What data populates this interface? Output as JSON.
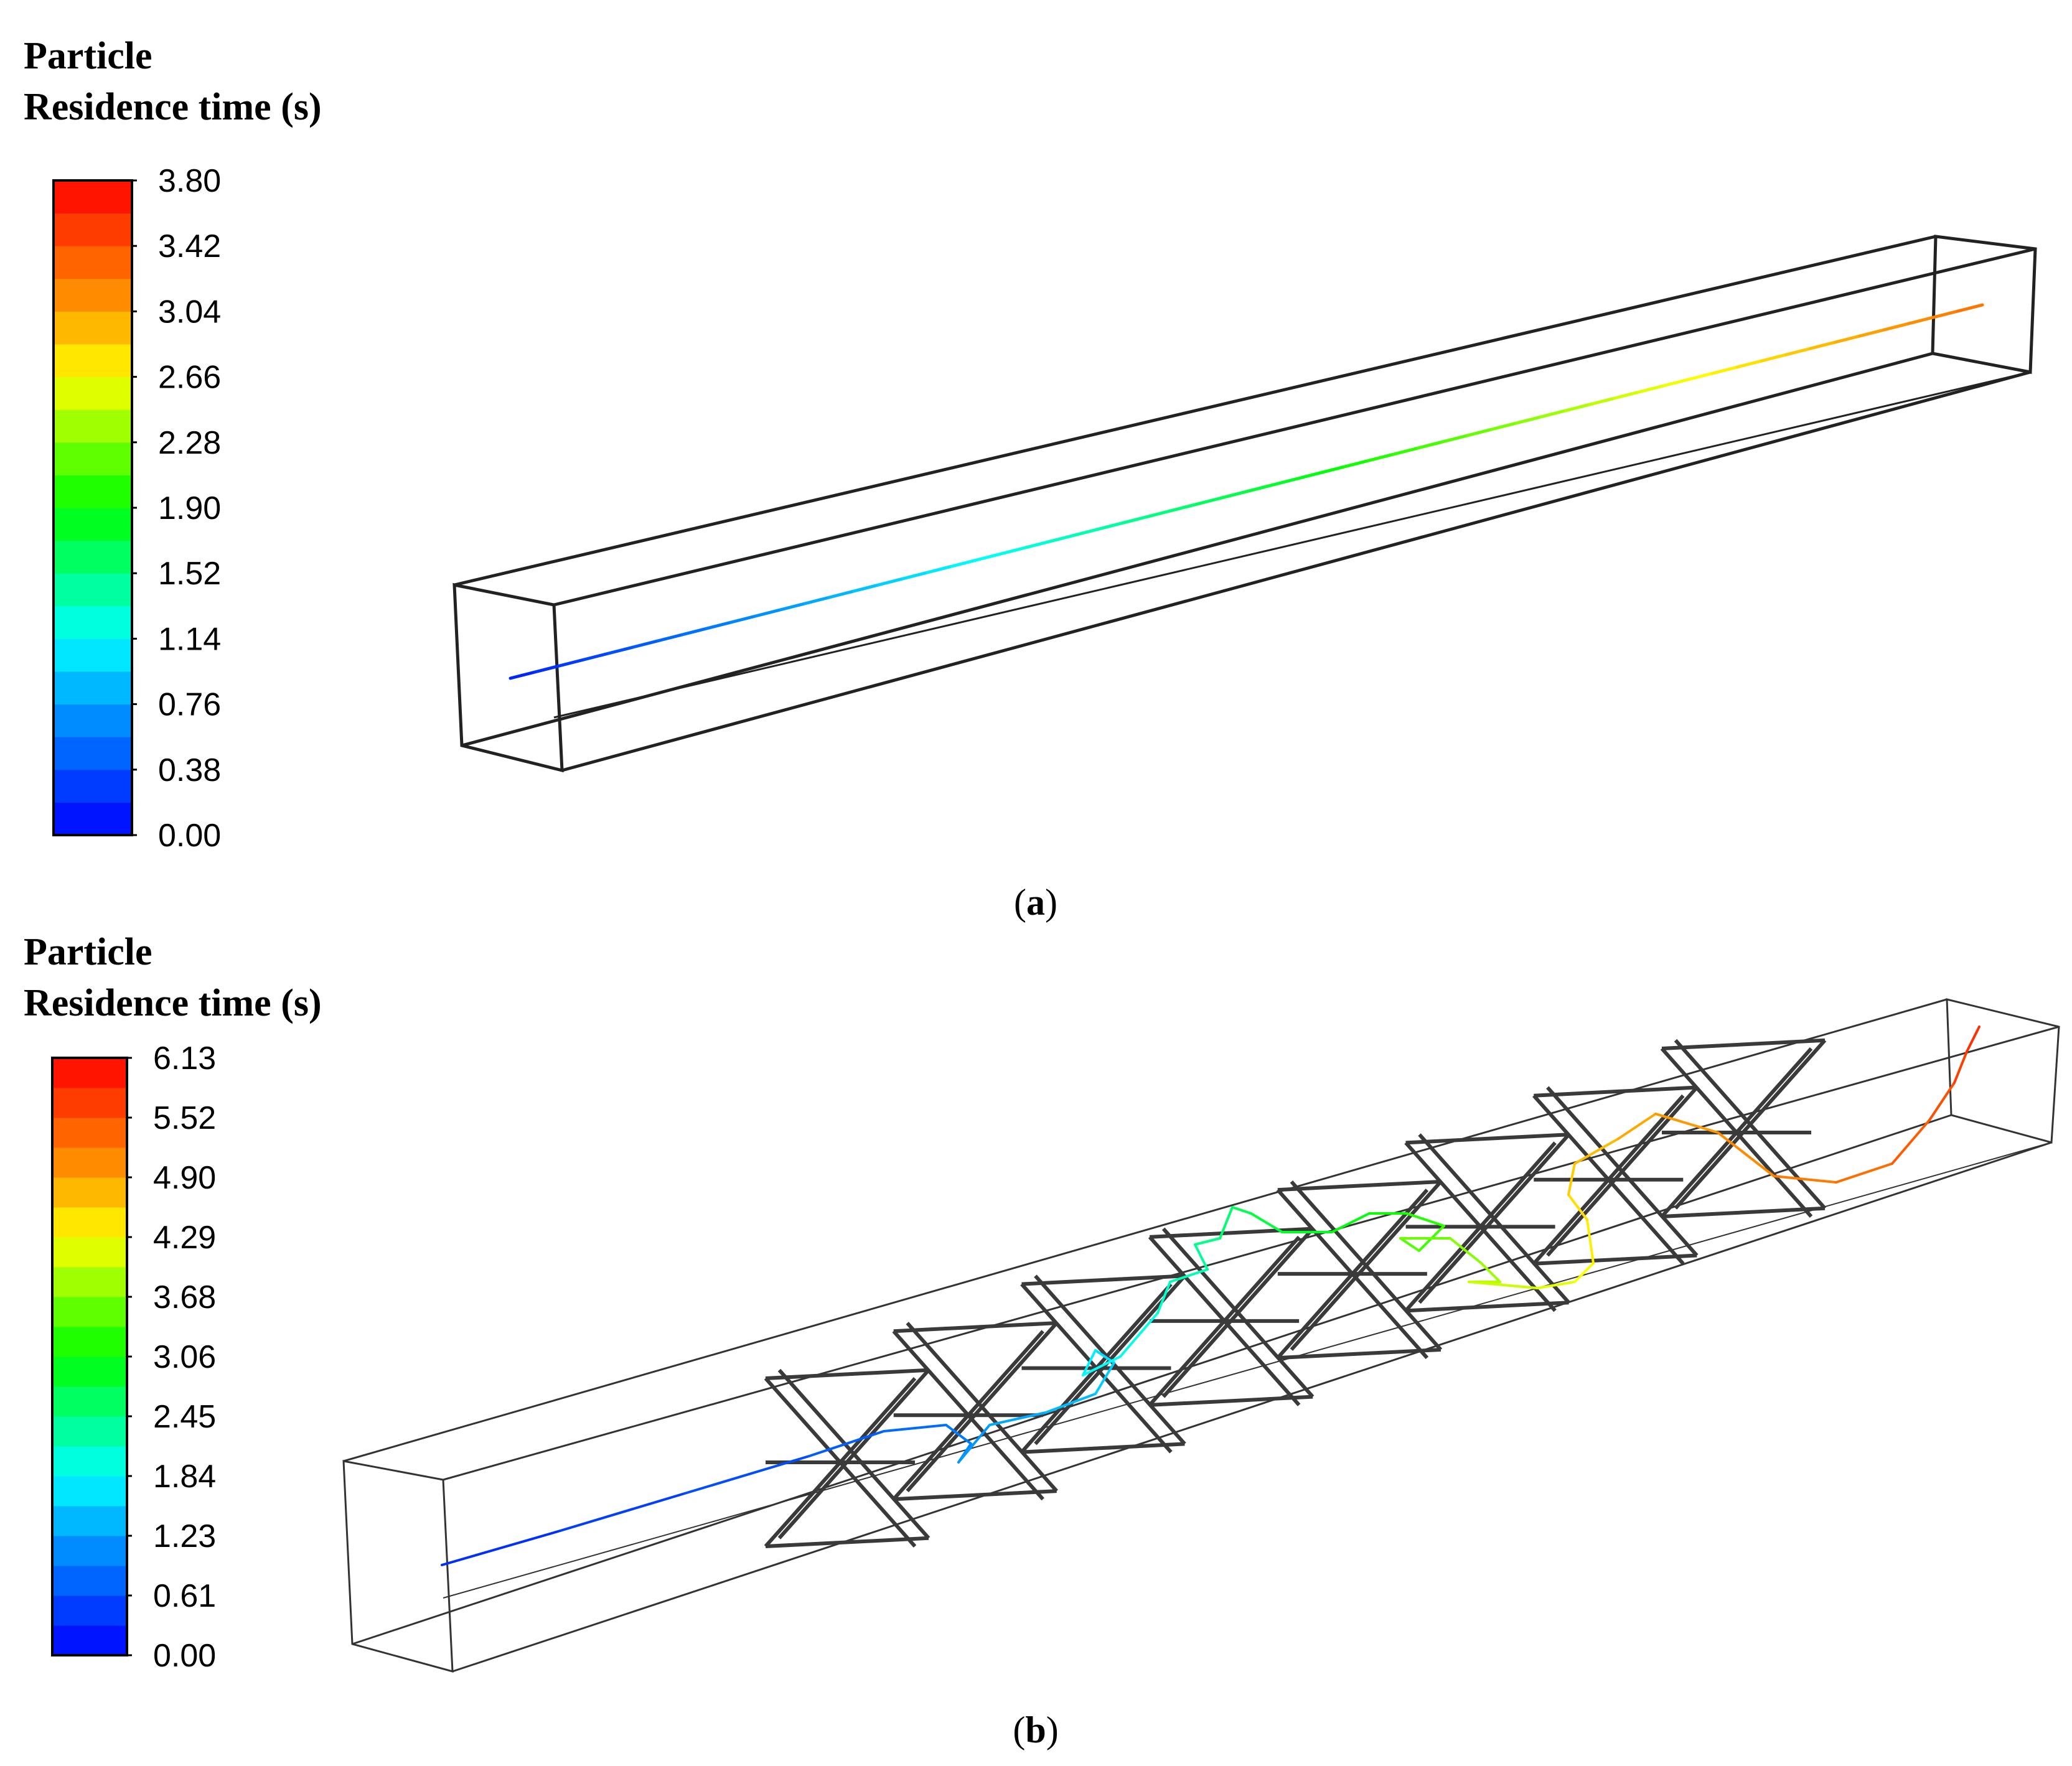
{
  "panels": [
    {
      "id": "a",
      "legend": {
        "title_line1": "Particle",
        "title_line2": "Residence time (s)",
        "ticks": [
          "3.80",
          "3.42",
          "3.04",
          "2.66",
          "2.28",
          "1.90",
          "1.52",
          "1.14",
          "0.76",
          "0.38",
          "0.00"
        ],
        "min": 0.0,
        "max": 3.8,
        "bands": 20
      },
      "caption_open": "(",
      "caption_letter": "a",
      "caption_close": ")"
    },
    {
      "id": "b",
      "legend": {
        "title_line1": "Particle",
        "title_line2": "Residence time (s)",
        "ticks": [
          "6.13",
          "5.52",
          "4.90",
          "4.29",
          "3.68",
          "3.06",
          "2.45",
          "1.84",
          "1.23",
          "0.61",
          "0.00"
        ],
        "min": 0.0,
        "max": 6.13,
        "bands": 20
      },
      "caption_open": "(",
      "caption_letter": "b",
      "caption_close": ")"
    }
  ],
  "colormap": [
    "#0000ff",
    "#0050ff",
    "#00a0ff",
    "#00ffff",
    "#00ff80",
    "#00ff00",
    "#80ff00",
    "#ffff00",
    "#ffa000",
    "#ff5000",
    "#ff0000"
  ]
}
